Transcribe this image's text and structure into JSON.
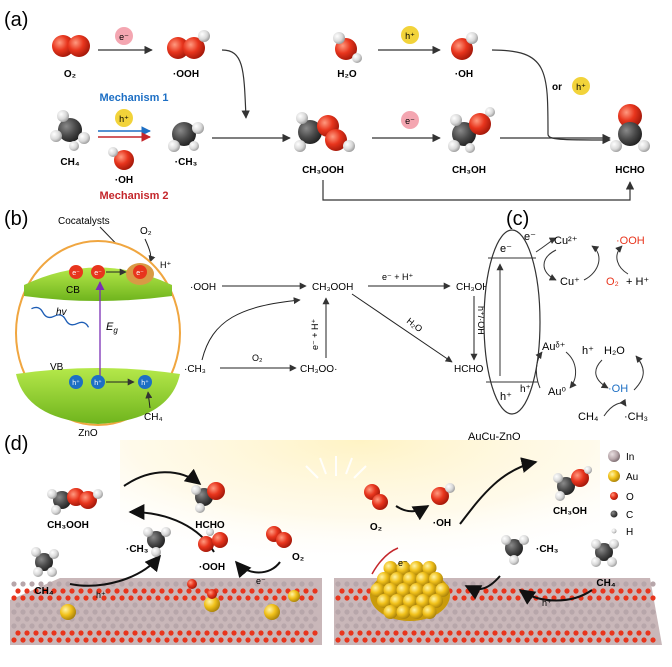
{
  "panels": {
    "a": {
      "tag": "(a)",
      "o2": "O₂",
      "ooh": "·OOH",
      "h2o": "H₂O",
      "oh_top": "·OH",
      "ch4": "CH₄",
      "ch3": "·CH₃",
      "oh_mid": "·OH",
      "ch3ooh": "CH₃OOH",
      "ch3oh": "CH₃OH",
      "hcho": "HCHO",
      "mechanism1": "Mechanism 1",
      "mechanism2": "Mechanism 2",
      "e_badge": "e⁻",
      "h_badge": "h⁺",
      "or_text": "or"
    },
    "b": {
      "tag": "(b)",
      "cocatalysts": "Cocatalysts",
      "o2": "O₂",
      "hplus": "H⁺",
      "cb": "CB",
      "vb": "VB",
      "hv": "hv",
      "eg": "E",
      "eg_sub": "g",
      "zno": "ZnO",
      "ch4": "CH₄",
      "e": "e⁻",
      "h": "h⁺",
      "ooh": "·OOH",
      "ch3": "·CH₃",
      "o2_mid": "O₂",
      "ch3ooh": "CH₃OOH",
      "ch3oo": "CH₃OO·",
      "ch3oh": "CH₃OH",
      "hcho": "HCHO",
      "eh_right": "e⁻ + H⁺",
      "eh_vertical": "e⁻ + H⁺",
      "h2o_diag": "H₂O",
      "h_oh_vertical": "h⁺/·OH"
    },
    "c": {
      "tag": "(c)",
      "e": "e⁻",
      "h": "h⁺",
      "cu2": "Cu²⁺",
      "cu1": "Cu⁺",
      "ooh": "·OOH",
      "o2": "O₂",
      "plus_h": "+ H⁺",
      "au_d": "Auᵟ⁺",
      "au0": "Au⁰",
      "h2o": "H₂O",
      "oh": "·OH",
      "ch4": "CH₄",
      "ch3": "·CH₃",
      "catalyst": "AuCu-ZnO"
    },
    "d": {
      "tag": "(d)",
      "ch3ooh": "CH₃OOH",
      "hcho": "HCHO",
      "ch3": "·CH₃",
      "ooh": "·OOH",
      "o2": "O₂",
      "ch4": "CH₄",
      "h": "h⁺",
      "e": "e⁻",
      "o2_right": "O₂",
      "oh_right": "·OH",
      "ch3oh": "CH₃OH",
      "ch3_right": "·CH₃",
      "ch4_right": "CH₄",
      "h_right": "h⁺",
      "e_right": "e⁻",
      "legend": [
        "In",
        "Au",
        "O",
        "C",
        "H"
      ]
    }
  },
  "colors": {
    "oxygen": "#e8351d",
    "carbon": "#4a4a4a",
    "hydrogen": "#d9d9d9",
    "electron_badge": "#f4a6b1",
    "hole_badge": "#f2d33a",
    "mech1": "#1d6fc4",
    "mech2": "#c4262b",
    "zno_green": "#8fd12b",
    "zno_border": "#f0a640",
    "gold": "#f1c11a",
    "indium": "#b7a6aa"
  }
}
